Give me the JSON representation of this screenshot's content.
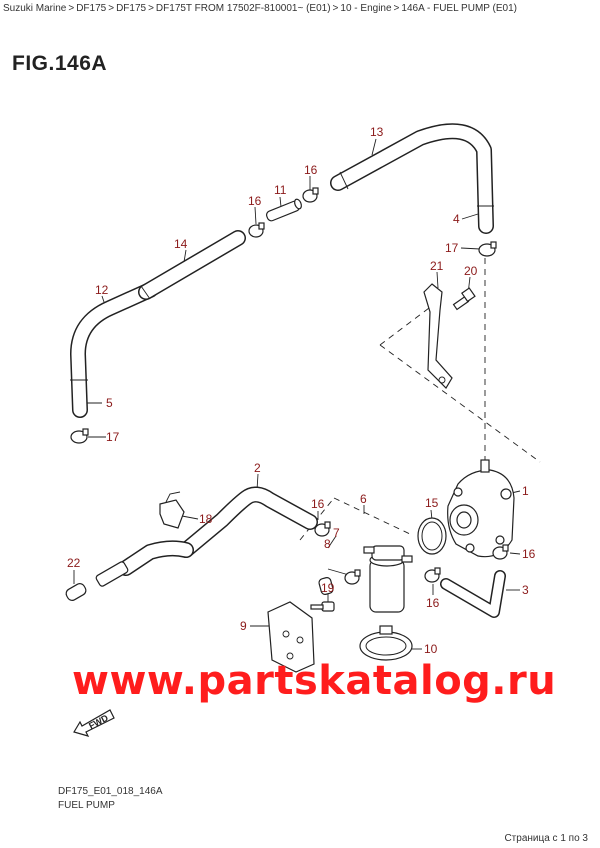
{
  "breadcrumb": [
    {
      "label": "Suzuki Marine"
    },
    {
      "label": "DF175"
    },
    {
      "label": "DF175"
    },
    {
      "label": "DF175T FROM 17502F-810001~ (E01)"
    },
    {
      "label": "10 - Engine"
    },
    {
      "label": "146A - FUEL PUMP (E01)"
    }
  ],
  "breadcrumb_separator": ">",
  "figure_title": "FIG.146A",
  "callouts": [
    "13",
    "16",
    "11",
    "16",
    "4",
    "14",
    "17",
    "21",
    "20",
    "12",
    "5",
    "17",
    "2",
    "1",
    "15",
    "16",
    "6",
    "18",
    "7",
    "8",
    "16",
    "22",
    "3",
    "16",
    "19",
    "9",
    "10"
  ],
  "watermark": "www.partskatalog.ru",
  "fwd_label": "FWD",
  "footer": {
    "code": "DF175_E01_018_146A",
    "name": "FUEL PUMP"
  },
  "pager": "Страница с 1 по 3",
  "colors": {
    "callout": "#8b1a1a",
    "watermark": "#ff1d1d",
    "lines": "#222222"
  }
}
